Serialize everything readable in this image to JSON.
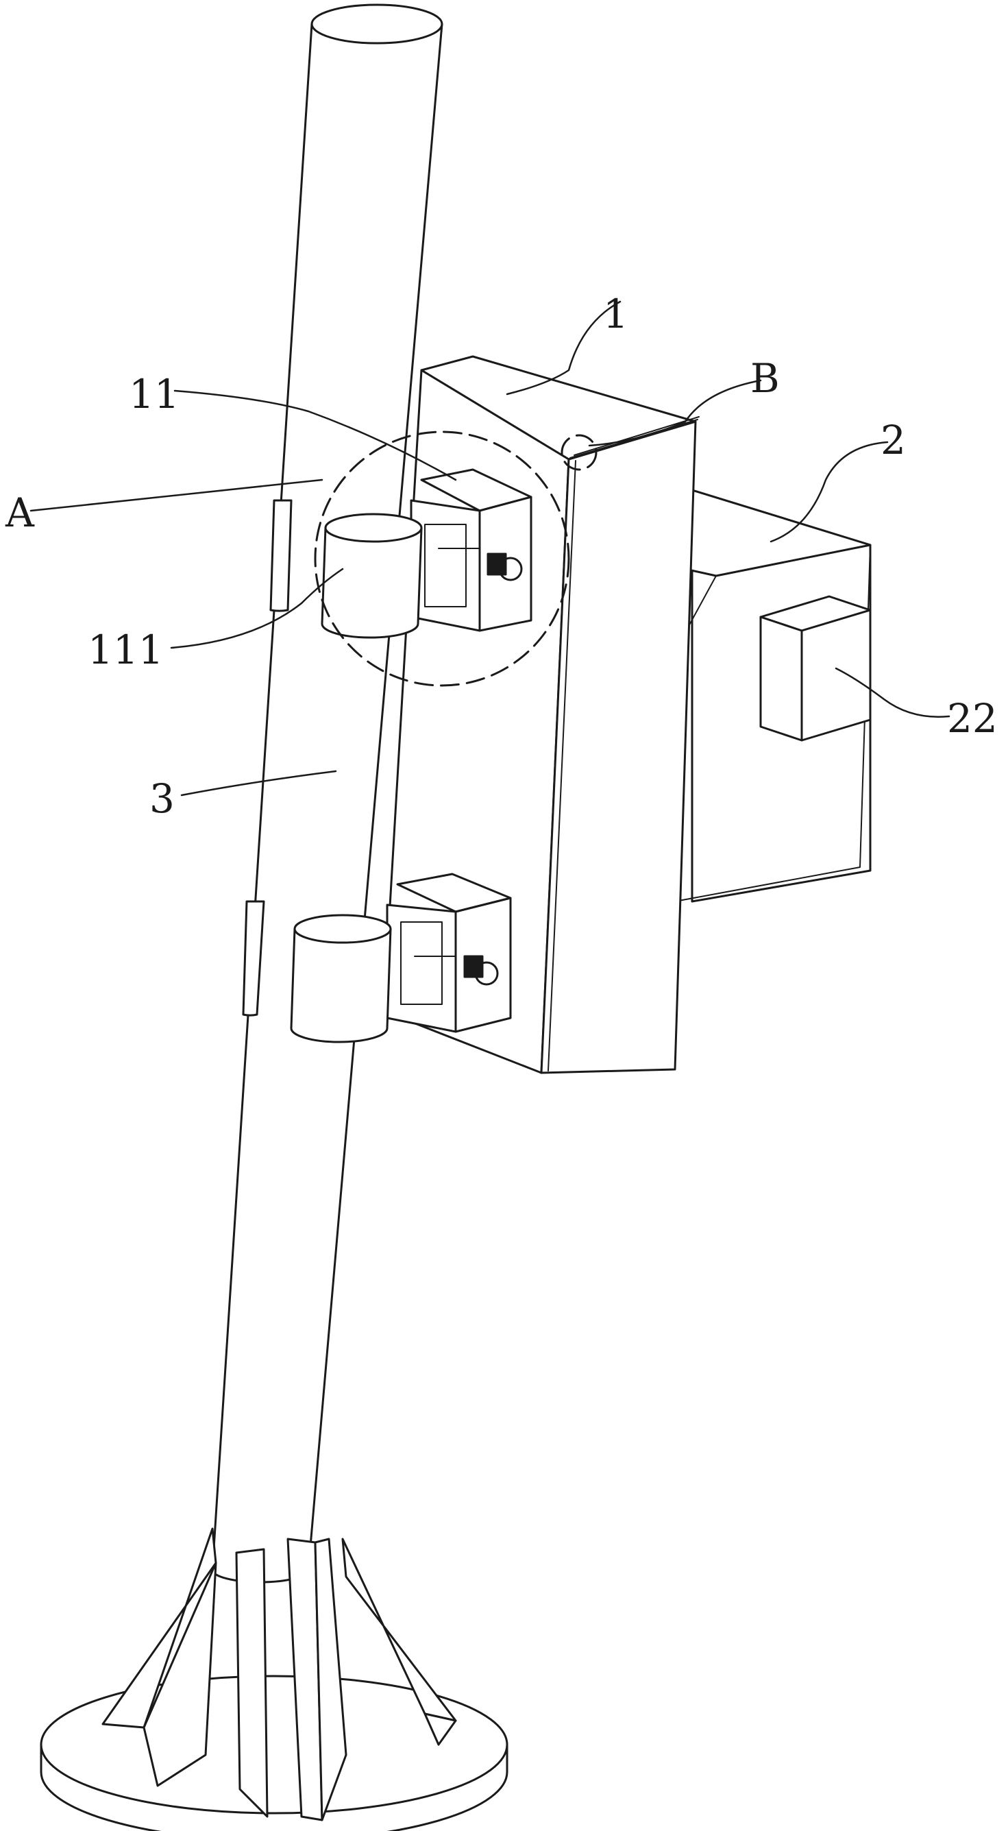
{
  "labels": {
    "l1": "1",
    "l11": "11",
    "lA": "A",
    "lB": "B",
    "l2": "2",
    "l111": "111",
    "l22": "22",
    "l3": "3"
  }
}
